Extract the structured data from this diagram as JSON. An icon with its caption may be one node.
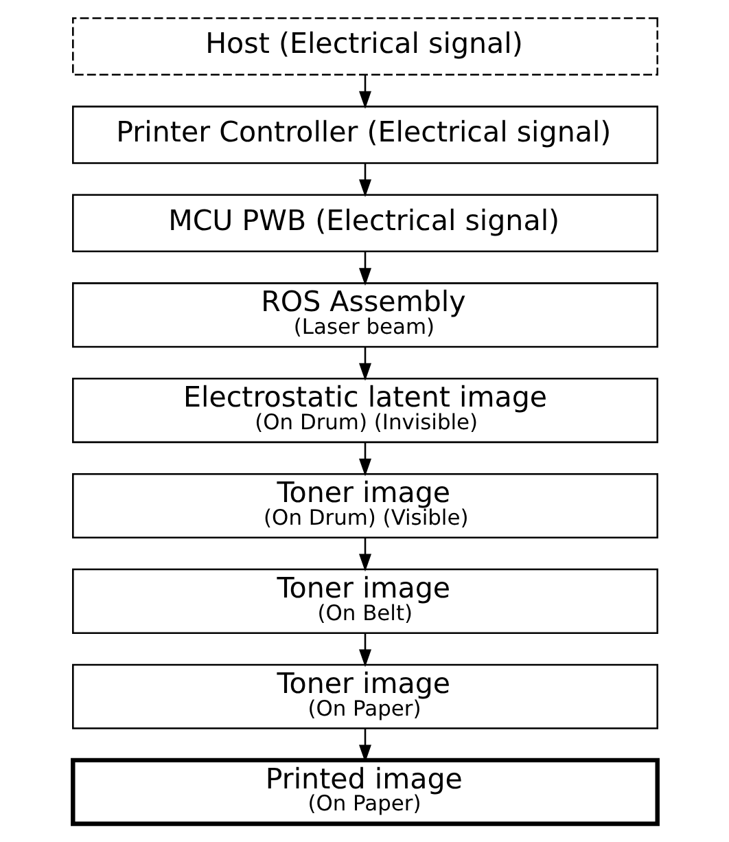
{
  "diagram": {
    "nodes": [
      {
        "text": [
          "Host (Electrical signal)"
        ]
      },
      {
        "text": [
          "Printer Controller (Electrical signal)"
        ]
      },
      {
        "text": [
          "MCU PWB (Electrical signal)"
        ]
      },
      {
        "text": [
          "ROS Assembly",
          "(Laser beam)"
        ]
      },
      {
        "text": [
          "Electrostatic latent image",
          "(On Drum) (Invisible)"
        ]
      },
      {
        "text": [
          "Toner image",
          "(On Drum) (Visible)"
        ]
      },
      {
        "text": [
          "Toner image",
          "(On Belt)"
        ]
      },
      {
        "text": [
          "Toner image",
          "(On Paper)"
        ]
      },
      {
        "text": [
          "Printed image",
          "(On Paper)"
        ]
      }
    ],
    "edges": [
      {
        "from": 0,
        "to": 1,
        "arrow": "to"
      },
      {
        "from": 1,
        "to": 2,
        "arrow": "to"
      },
      {
        "from": 2,
        "to": 3,
        "arrow": "to"
      },
      {
        "from": 3,
        "to": 4,
        "arrow": "to"
      },
      {
        "from": 4,
        "to": 5,
        "arrow": "to"
      },
      {
        "from": 5,
        "to": 6,
        "arrow": "to"
      },
      {
        "from": 6,
        "to": 7,
        "arrow": "to"
      },
      {
        "from": 7,
        "to": 8,
        "arrow": "to"
      }
    ]
  }
}
